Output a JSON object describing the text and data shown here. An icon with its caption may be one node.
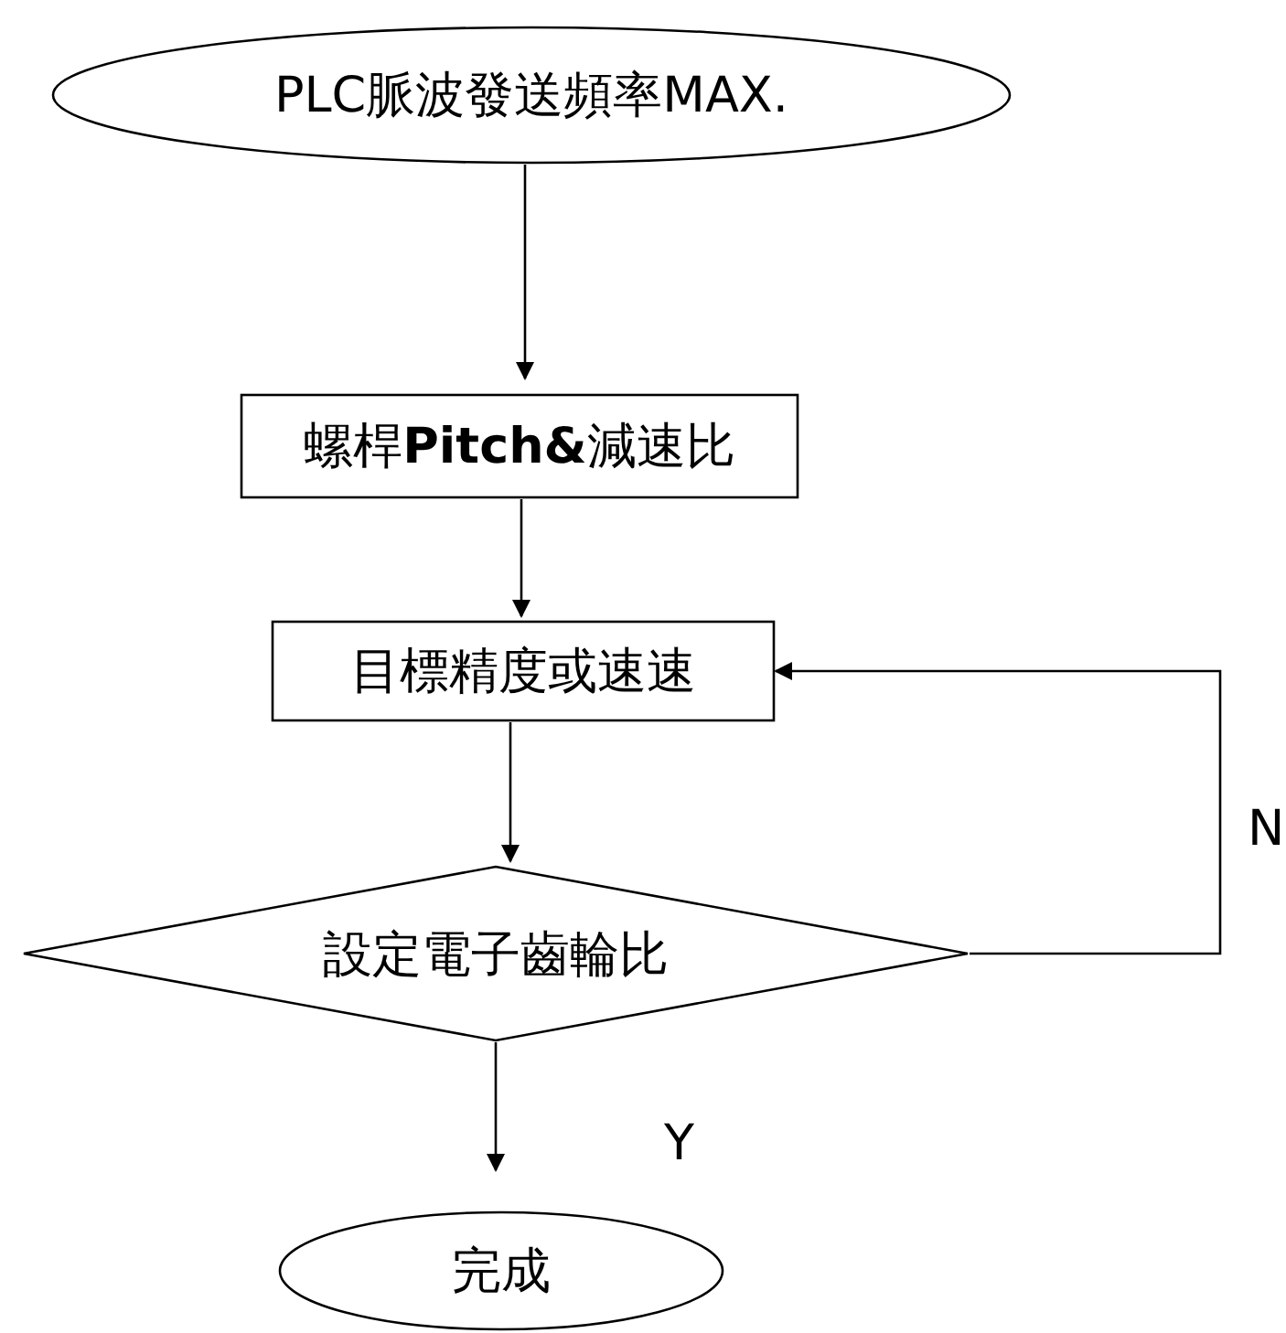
{
  "diagram": {
    "nodes": [
      {
        "text": [
          "PLC脈波發送頻率MAX."
        ]
      },
      {
        "text": [
          "螺桿**Pitch&**減速比"
        ]
      },
      {
        "text": [
          "目標精度或速速"
        ]
      },
      {
        "text": [
          "設定電子齒輪比"
        ]
      },
      {
        "text": [
          "完成"
        ]
      }
    ],
    "edges": [
      {
        "from": 0,
        "to": 1,
        "arrow": "to"
      },
      {
        "from": 1,
        "to": 2,
        "arrow": "to"
      },
      {
        "from": 2,
        "to": 3,
        "arrow": "to"
      },
      {
        "from": 3,
        "to": 2,
        "arrow": "to",
        "label": "N"
      },
      {
        "from": 3,
        "to": 4,
        "arrow": "to",
        "label": "Y"
      }
    ]
  }
}
